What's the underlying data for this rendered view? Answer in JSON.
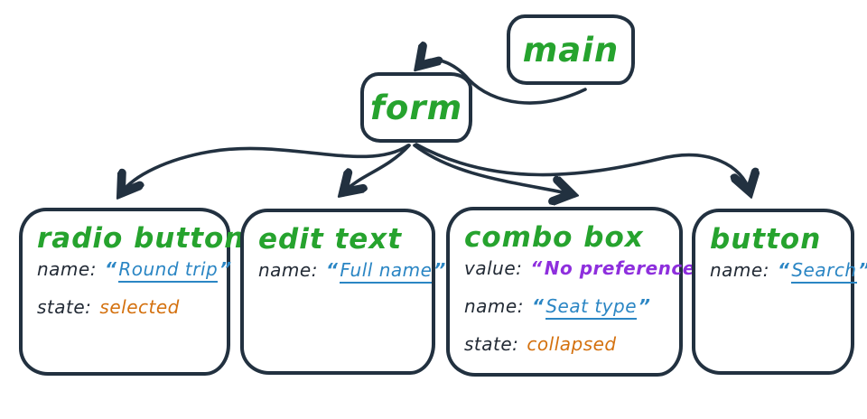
{
  "colors": {
    "ink": "#223140",
    "node_title_green": "#26a32e",
    "link_blue": "#2b86c4",
    "value_purple": "#8e2fdd",
    "state_orange": "#d4710f",
    "background": "#ffffff"
  },
  "nodes": {
    "main": {
      "title": "main"
    },
    "form": {
      "title": "form"
    },
    "radio_button": {
      "title": "radio button",
      "rows": [
        {
          "label": "name:",
          "open_quote": "“",
          "value": "Round trip",
          "close_quote": "”"
        },
        {
          "label": "state:",
          "value": "selected"
        }
      ]
    },
    "edit_text": {
      "title": "edit text",
      "rows": [
        {
          "label": "name:",
          "open_quote": "“",
          "value": "Full name",
          "close_quote": "”"
        }
      ]
    },
    "combo_box": {
      "title": "combo box",
      "rows": [
        {
          "label": "value:",
          "open_quote": "“",
          "value": "No preference",
          "close_quote": "”"
        },
        {
          "label": "name:",
          "open_quote": "“",
          "value": "Seat type",
          "close_quote": "”"
        },
        {
          "label": "state:",
          "value": "collapsed"
        }
      ]
    },
    "button": {
      "title": "button",
      "rows": [
        {
          "label": "name:",
          "open_quote": "“",
          "value": "Search",
          "close_quote": "”"
        }
      ]
    }
  }
}
